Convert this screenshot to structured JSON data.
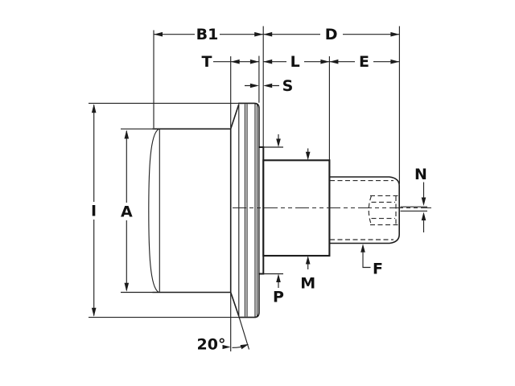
{
  "drawing": {
    "type": "dimensioned technical drawing of a flanged hub with threaded shaft end, side view",
    "labels": {
      "b1": "B1",
      "d": "D",
      "t": "T",
      "l": "L",
      "e": "E",
      "s": "S",
      "n": "N",
      "i": "I",
      "a": "A",
      "p": "P",
      "m": "M",
      "f": "F",
      "angle": "20°"
    },
    "colors": {
      "background": "#ffffff",
      "line": "#1e1e1e",
      "text": "#111111"
    }
  }
}
